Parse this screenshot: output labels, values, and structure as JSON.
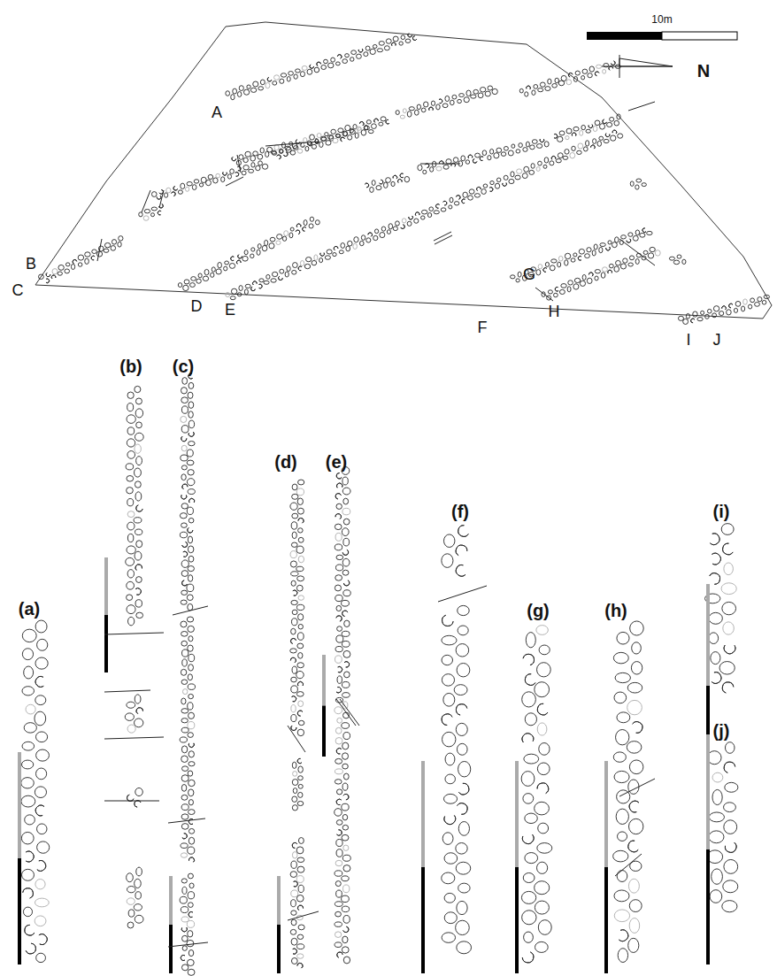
{
  "diagram": {
    "labels": [
      "A",
      "B",
      "C",
      "D",
      "E",
      "F",
      "G",
      "H",
      "I",
      "J",
      "(a)",
      "(b)",
      "(c)",
      "(d)",
      "(e)",
      "(f)",
      "(g)",
      "(h)",
      "(i)",
      "(j)",
      "10m",
      "N"
    ]
  }
}
